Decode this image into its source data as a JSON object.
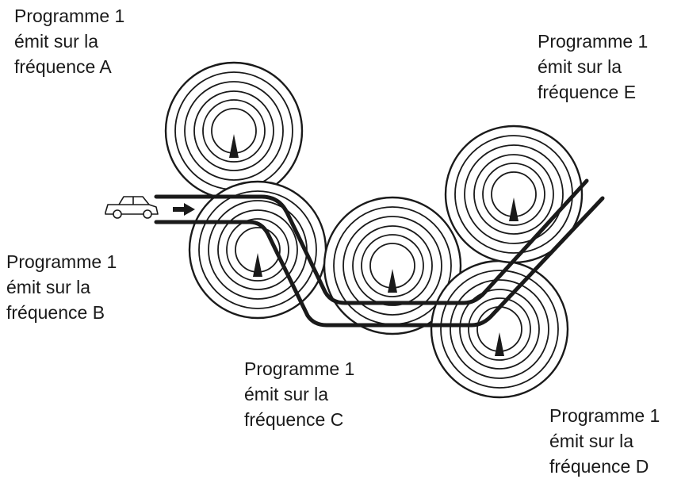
{
  "transmitters": [
    {
      "frequency": "A",
      "lines": [
        "Programme 1",
        "émit sur la",
        "fréquence A"
      ]
    },
    {
      "frequency": "B",
      "lines": [
        "Programme 1",
        "émit sur la",
        "fréquence B"
      ]
    },
    {
      "frequency": "C",
      "lines": [
        "Programme 1",
        "émit sur la",
        "fréquence C"
      ]
    },
    {
      "frequency": "D",
      "lines": [
        "Programme 1",
        "émit sur la",
        "fréquence D"
      ]
    },
    {
      "frequency": "E",
      "lines": [
        "Programme 1",
        "émit sur la",
        "fréquence E"
      ]
    }
  ],
  "colors": {
    "ink": "#1a1a1a",
    "background": "#ffffff"
  },
  "icons": [
    "car-icon",
    "direction-arrow-icon",
    "antenna-icon"
  ]
}
